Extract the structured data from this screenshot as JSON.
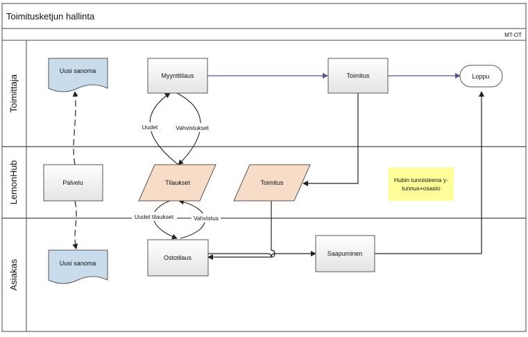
{
  "title": "Toimitusketjun hallinta",
  "header_tag": "MT-OT",
  "lanes": [
    {
      "label": "Toimittaja"
    },
    {
      "label": "LemonHub"
    },
    {
      "label": "Asiakas"
    }
  ],
  "nodes": {
    "uusi_sanoma_top": "Uusi sanoma",
    "myyntitilaus": "Myyntitilaus",
    "toimitus_top": "Toimitus",
    "loppu": "Loppu",
    "palvelu": "Palvelu",
    "tilaukset": "Tilaukset",
    "toimitus_mid": "Toimitus",
    "note_line1": "Hubin tunnisteena y-",
    "note_line2": "tunnus+osasto",
    "uusi_sanoma_bottom": "Uusi sanoma",
    "ostotilaus": "Ostotilaus",
    "saapuminen": "Saapuminen"
  },
  "edge_labels": {
    "uudet": "Uudet",
    "vahvistukset": "Vahvistukset",
    "uudet_tilaukset": "Uudet tilaukset",
    "vahvistus": "Vahvistus"
  },
  "colors": {
    "document_fill": "#c9dcec",
    "data_fill": "#f7dcc8",
    "note_fill": "#ffff99",
    "process_arrow": "#5b4f8e",
    "stroke": "#333333"
  }
}
